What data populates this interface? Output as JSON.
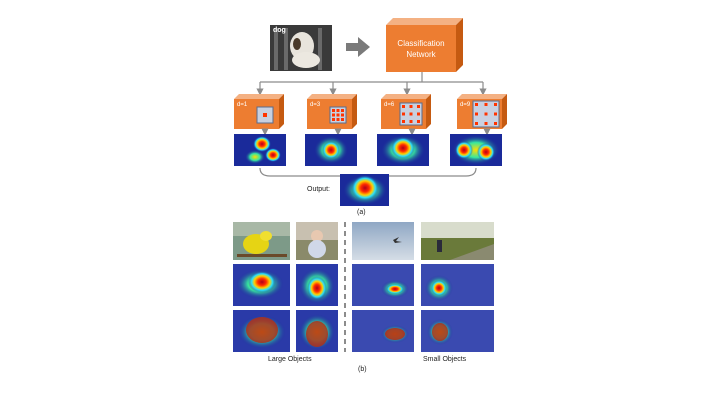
{
  "top": {
    "input_label": "dog",
    "network_label_line1": "Classification",
    "network_label_line2": "Network",
    "dilations": [
      "d=1",
      "d=3",
      "d=6",
      "d=9"
    ],
    "output_label": "Output:",
    "caption": "(a)"
  },
  "bottom": {
    "group_left": "Large Objects",
    "group_right": "Small Objects",
    "caption": "(b)"
  },
  "colors": {
    "cube_front": "#ED7D31",
    "cube_top": "#F4B183",
    "cube_side": "#C55A11",
    "heat_bg": "#1a2a9a",
    "connector": "#8c8c8c"
  }
}
